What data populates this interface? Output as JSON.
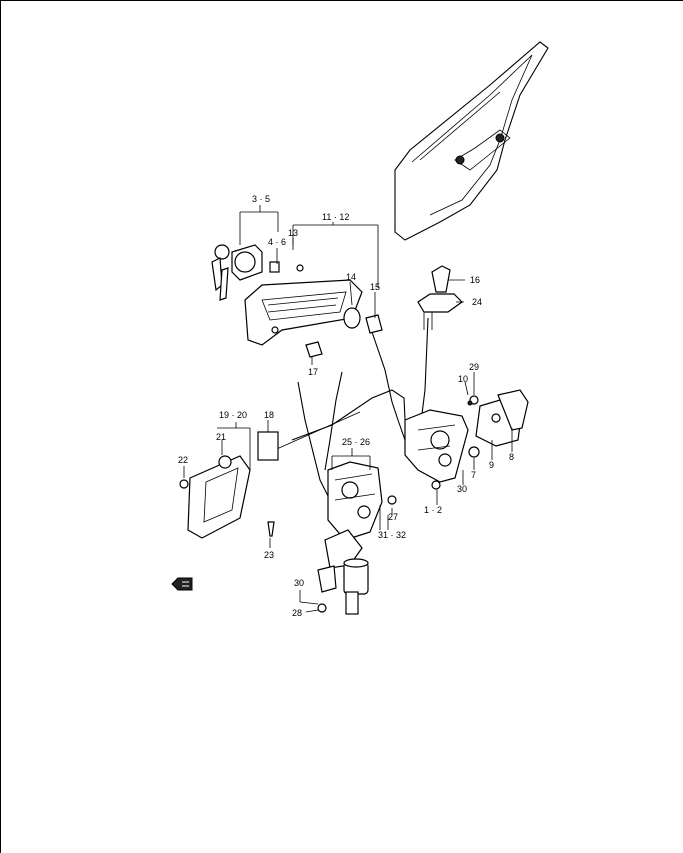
{
  "callouts": {
    "c3_5": "3 · 5",
    "c4_6": "4 · 6",
    "c11_12": "11 · 12",
    "c13": "13",
    "c14": "14",
    "c15": "15",
    "c16": "16",
    "c24": "24",
    "c17": "17",
    "c29": "29",
    "c10": "10",
    "c8": "8",
    "c9": "9",
    "c7": "7",
    "c30a": "30",
    "c1_2": "1 · 2",
    "c19_20": "19 · 20",
    "c18": "18",
    "c21": "21",
    "c22": "22",
    "c23": "23",
    "c25_26": "25 · 26",
    "c27": "27",
    "c31_32": "31 · 32",
    "c30b": "30",
    "c28": "28"
  },
  "icons": {
    "fwd_arrow": "fwd-arrow-icon"
  }
}
